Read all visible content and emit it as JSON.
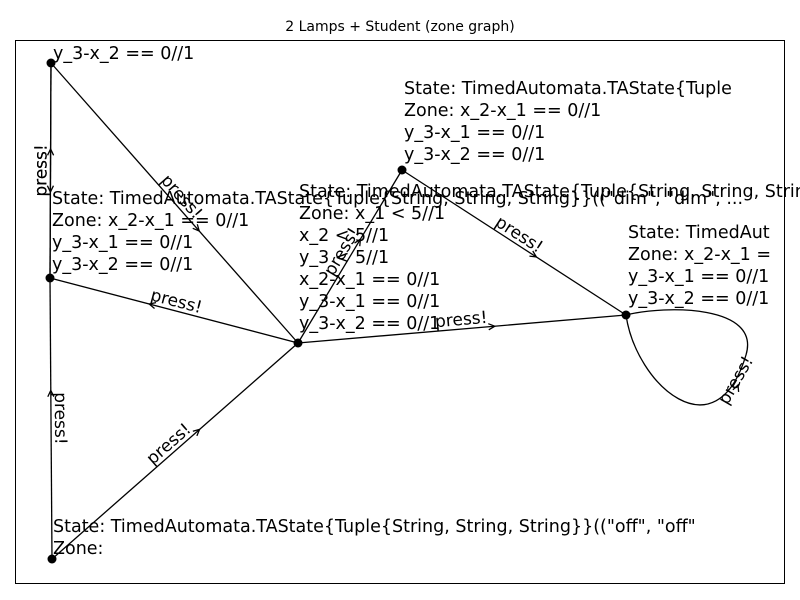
{
  "title": "2 Lamps + Student (zone graph)",
  "nodes": [
    {
      "id": "n_top_left",
      "lines": [
        "y_3-x_2 == 0//1"
      ]
    },
    {
      "id": "n_left_mid",
      "lines": [
        "State: TimedAutomata.TAState{Tuple{String, String, String}}((\"dim\", \"dim\", ...",
        "Zone: x_2-x_1 == 0//1",
        "y_3-x_1 == 0//1",
        "y_3-x_2 == 0//1"
      ]
    },
    {
      "id": "n_top_right",
      "lines": [
        "State: TimedAutomata.TAState{Tuple",
        "Zone: x_2-x_1 == 0//1",
        "y_3-x_1 == 0//1",
        "y_3-x_2 == 0//1"
      ]
    },
    {
      "id": "n_center",
      "lines": [
        "State: TimedAutomata.TAState{Tuple{String, String, String}}((\"dim\", \"dim\"",
        "Zone: x_1 < 5//1",
        "x_2 < 5//1",
        "y_3 < 5//1",
        "x_2-x_1 == 0//1",
        "y_3-x_1 == 0//1",
        "y_3-x_2 == 0//1"
      ]
    },
    {
      "id": "n_right",
      "lines": [
        "State: TimedAut",
        "Zone: x_2-x_1 =",
        "y_3-x_1 == 0//1",
        "y_3-x_2 == 0//1"
      ]
    },
    {
      "id": "n_bottom",
      "lines": [
        "State: TimedAutomata.TAState{Tuple{String, String, String}}((\"off\", \"off\"",
        "Zone:"
      ]
    }
  ],
  "edges": [
    {
      "id": "e1",
      "from": "n_bottom",
      "to": "n_left_mid",
      "label": "press!"
    },
    {
      "id": "e2",
      "from": "n_left_mid",
      "to": "n_top_left",
      "label": "press!"
    },
    {
      "id": "e3",
      "from": "n_top_left",
      "to": "n_left_mid",
      "label": "press!"
    },
    {
      "id": "e4",
      "from": "n_bottom",
      "to": "n_center",
      "label": "press!"
    },
    {
      "id": "e5",
      "from": "n_top_left",
      "to": "n_center",
      "label": "press!"
    },
    {
      "id": "e6",
      "from": "n_center",
      "to": "n_left_mid",
      "label": "press!"
    },
    {
      "id": "e7",
      "from": "n_center",
      "to": "n_top_right",
      "label": "press!"
    },
    {
      "id": "e8",
      "from": "n_top_right",
      "to": "n_right",
      "label": "press!"
    },
    {
      "id": "e9",
      "from": "n_center",
      "to": "n_right",
      "label": "press!"
    },
    {
      "id": "e10",
      "from": "n_right",
      "to": "n_right",
      "label": "press!"
    }
  ]
}
